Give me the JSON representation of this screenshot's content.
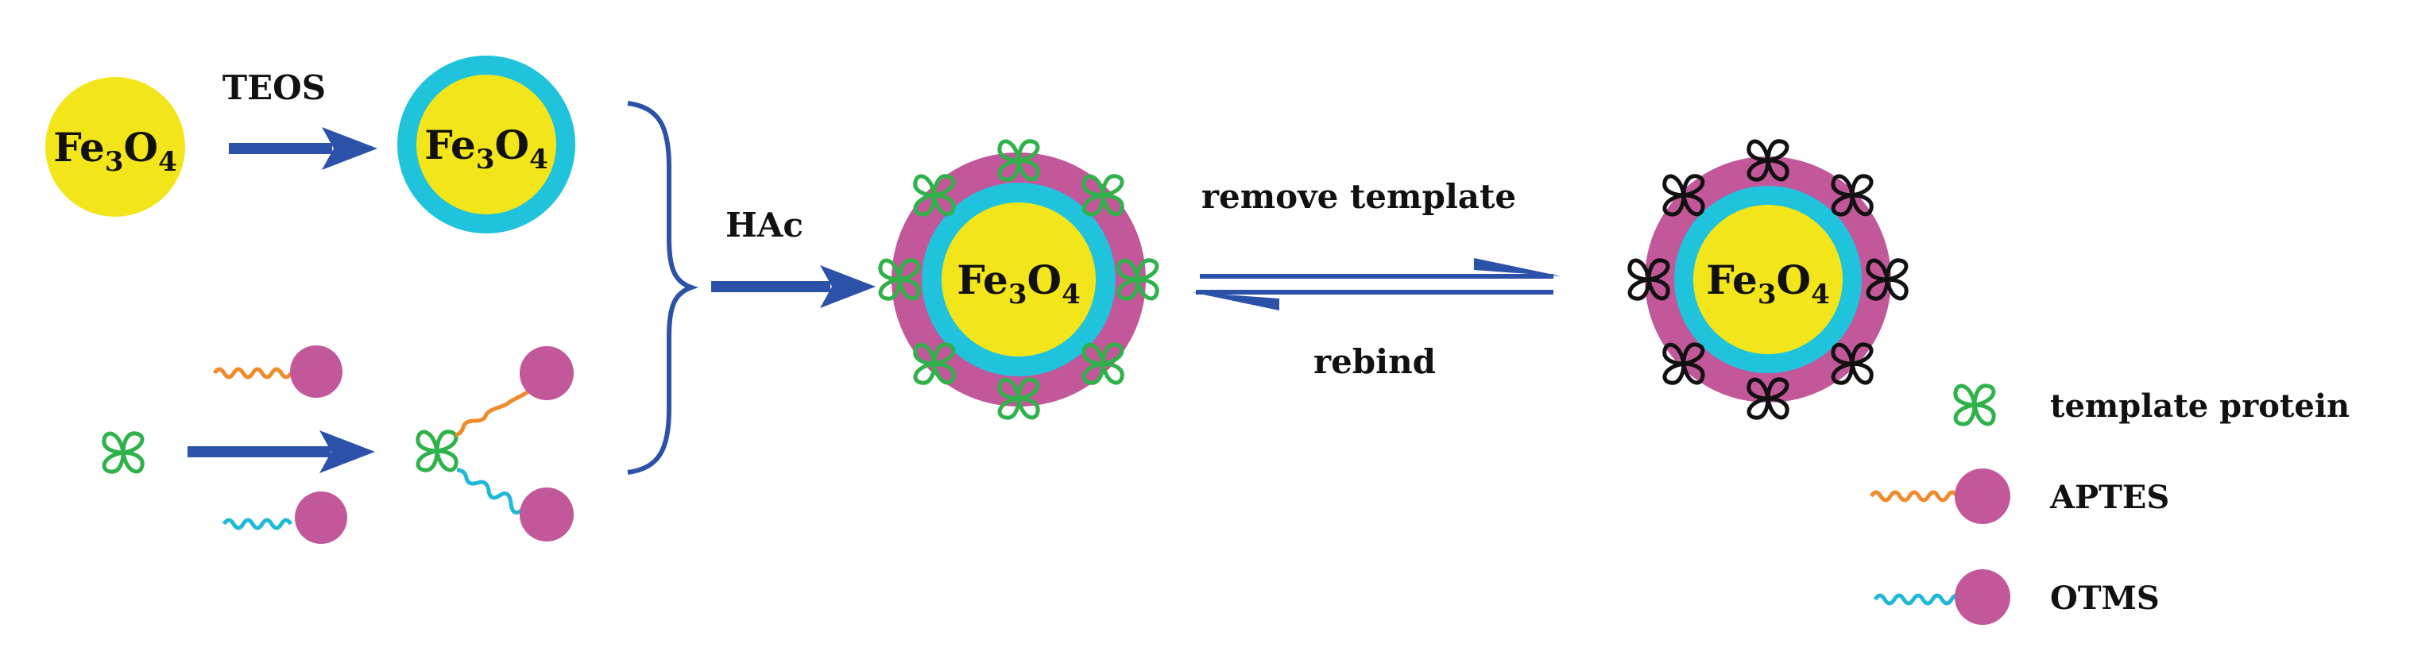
{
  "colors": {
    "magnetite_core": "#f2e51a",
    "silica_shell": "#1fc3dc",
    "polymer_layer": "#c2579a",
    "arrow": "#2b52a8",
    "template_protein": "#2fb24a",
    "cavity": "#111111",
    "aptes_chain": "#f08a2a",
    "otms_chain": "#1fb8d8",
    "monomer_bead": "#c2579a"
  },
  "core": {
    "base": "Fe",
    "sub1": "3",
    "mid": "O",
    "sub2": "4"
  },
  "steps": {
    "teos": "TEOS",
    "hac": "HAc",
    "remove": "remove template",
    "rebind": "rebind"
  },
  "legend": {
    "template_protein": "template protein",
    "aptes": "APTES",
    "otms": "OTMS"
  }
}
